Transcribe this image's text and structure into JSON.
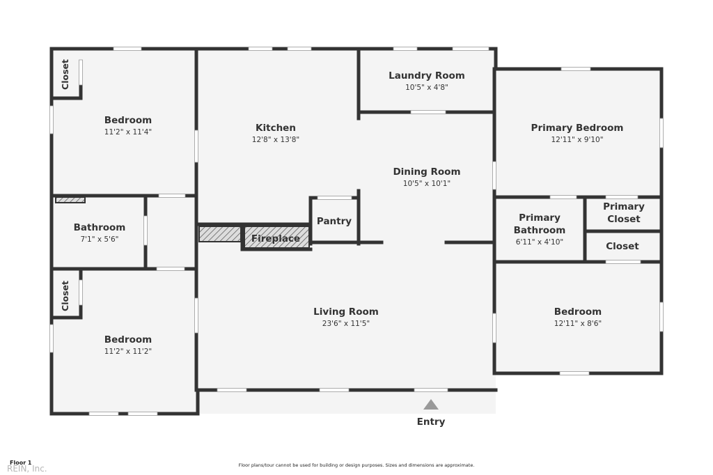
{
  "rooms": {
    "bedroom_nw": {
      "name": "Bedroom",
      "dim": "11'2\" x 11'4\""
    },
    "closet_nw": {
      "name": "Closet"
    },
    "bathroom": {
      "name": "Bathroom",
      "dim": "7'1\" x 5'6\""
    },
    "closet_sw": {
      "name": "Closet"
    },
    "bedroom_sw": {
      "name": "Bedroom",
      "dim": "11'2\" x 11'2\""
    },
    "kitchen": {
      "name": "Kitchen",
      "dim": "12'8\" x 13'8\""
    },
    "laundry": {
      "name": "Laundry Room",
      "dim": "10'5\" x 4'8\""
    },
    "dining": {
      "name": "Dining Room",
      "dim": "10'5\" x 10'1\""
    },
    "pantry": {
      "name": "Pantry"
    },
    "fireplace": {
      "name": "Fireplace"
    },
    "living": {
      "name": "Living Room",
      "dim": "23'6\" x 11'5\""
    },
    "primary_bedroom": {
      "name": "Primary Bedroom",
      "dim": "12'11\" x 9'10\""
    },
    "primary_bathroom": {
      "line1": "Primary",
      "line2": "Bathroom",
      "dim": "6'11\" x 4'10\""
    },
    "primary_closet": {
      "line1": "Primary",
      "line2": "Closet"
    },
    "closet_e": {
      "name": "Closet"
    },
    "bedroom_se": {
      "name": "Bedroom",
      "dim": "12'11\" x 8'6\""
    }
  },
  "entry": {
    "label": "Entry"
  },
  "footer": {
    "floor": "Floor 1",
    "disclaimer": "Floor plans/tour cannot be used for building or design purposes. Sizes and dimensions are approximate.",
    "watermark": "REIN, Inc."
  },
  "colors": {
    "wall": "#333333",
    "floor": "#f4f4f4",
    "window": "#ffffff"
  }
}
